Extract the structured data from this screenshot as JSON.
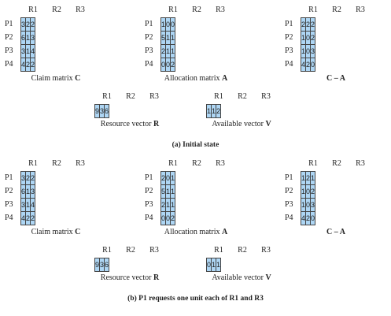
{
  "resources": [
    "R1",
    "R2",
    "R3"
  ],
  "processes": [
    "P1",
    "P2",
    "P3",
    "P4"
  ],
  "states": [
    {
      "caption": "(a) Initial state",
      "claim": {
        "label": "Claim matrix ",
        "symbol": "C",
        "rows": [
          [
            "3",
            "2",
            "2"
          ],
          [
            "6",
            "1",
            "3"
          ],
          [
            "3",
            "1",
            "4"
          ],
          [
            "4",
            "2",
            "2"
          ]
        ]
      },
      "allocation": {
        "label": "Allocation matrix ",
        "symbol": "A",
        "rows": [
          [
            "1",
            "0",
            "0"
          ],
          [
            "5",
            "1",
            "1"
          ],
          [
            "2",
            "1",
            "1"
          ],
          [
            "0",
            "0",
            "2"
          ]
        ]
      },
      "need": {
        "label": "",
        "symbol": "C – A",
        "rows": [
          [
            "2",
            "2",
            "2"
          ],
          [
            "1",
            "0",
            "2"
          ],
          [
            "1",
            "0",
            "3"
          ],
          [
            "4",
            "2",
            "0"
          ]
        ]
      },
      "resource": {
        "label": "Resource vector ",
        "symbol": "R",
        "values": [
          "9",
          "3",
          "6"
        ]
      },
      "available": {
        "label": "Available vector ",
        "symbol": "V",
        "values": [
          "1",
          "1",
          "2"
        ]
      }
    },
    {
      "caption": "(b) P1 requests one unit each of R1 and R3",
      "claim": {
        "label": "Claim matrix ",
        "symbol": "C",
        "rows": [
          [
            "3",
            "2",
            "2"
          ],
          [
            "6",
            "1",
            "3"
          ],
          [
            "3",
            "1",
            "4"
          ],
          [
            "4",
            "2",
            "2"
          ]
        ]
      },
      "allocation": {
        "label": "Allocation matrix ",
        "symbol": "A",
        "rows": [
          [
            "2",
            "0",
            "1"
          ],
          [
            "5",
            "1",
            "1"
          ],
          [
            "2",
            "1",
            "1"
          ],
          [
            "0",
            "0",
            "2"
          ]
        ]
      },
      "need": {
        "label": "",
        "symbol": "C – A",
        "rows": [
          [
            "1",
            "2",
            "1"
          ],
          [
            "1",
            "0",
            "2"
          ],
          [
            "1",
            "0",
            "3"
          ],
          [
            "4",
            "2",
            "0"
          ]
        ]
      },
      "resource": {
        "label": "Resource vector ",
        "symbol": "R",
        "values": [
          "9",
          "3",
          "6"
        ]
      },
      "available": {
        "label": "Available vector ",
        "symbol": "V",
        "values": [
          "0",
          "1",
          "1"
        ]
      }
    }
  ],
  "colors": {
    "cell_fill": "#aed6f4",
    "border": "#444444"
  }
}
